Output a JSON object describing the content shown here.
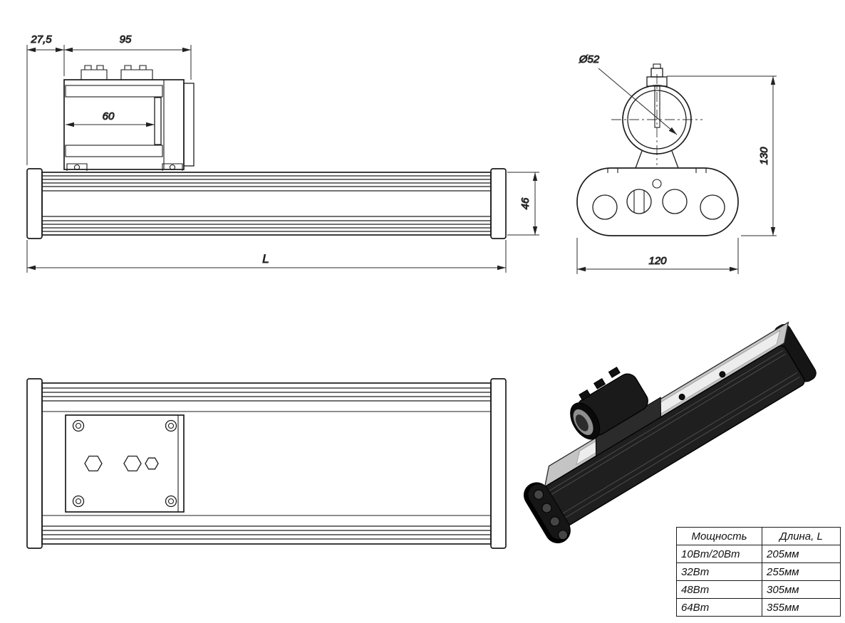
{
  "sheet": {
    "background": "#ffffff",
    "line_color": "#1c1c1c"
  },
  "dimensions": {
    "side_offset": "27,5",
    "side_bracket_width": "95",
    "side_bracket_inner": "60",
    "side_body_height": "46",
    "side_length": "L",
    "end_clamp_diameter": "Ø52",
    "end_overall_height": "130",
    "end_base_width": "120"
  },
  "table": {
    "headers": [
      "Мощность",
      "Длина, L"
    ],
    "rows": [
      [
        "10Вт/20Вт",
        "205мм"
      ],
      [
        "32Вт",
        "255мм"
      ],
      [
        "48Вт",
        "305мм"
      ],
      [
        "64Вт",
        "355мм"
      ]
    ]
  }
}
